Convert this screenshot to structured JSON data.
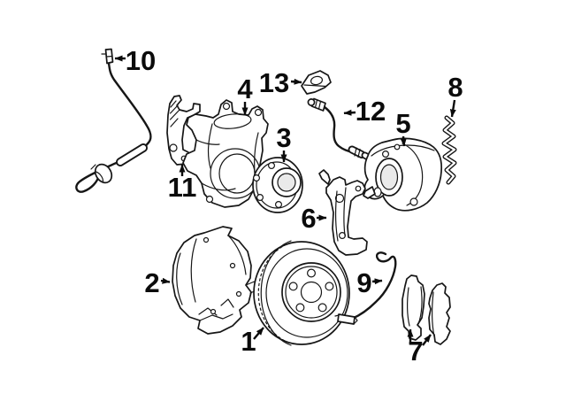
{
  "diagram": {
    "kind": "exploded-parts-diagram",
    "subject": "front disc brake components",
    "background_color": "#ffffff",
    "line_color": "#161616",
    "label_color": "#0b0b0b",
    "shade_color": "#d9d9d9",
    "callout_count": 13,
    "callouts": [
      {
        "label": "1"
      },
      {
        "label": "2"
      },
      {
        "label": "3"
      },
      {
        "label": "4"
      },
      {
        "label": "5"
      },
      {
        "label": "6"
      },
      {
        "label": "7"
      },
      {
        "label": "8"
      },
      {
        "label": "9"
      },
      {
        "label": "10"
      },
      {
        "label": "11"
      },
      {
        "label": "12"
      },
      {
        "label": "13"
      }
    ]
  }
}
